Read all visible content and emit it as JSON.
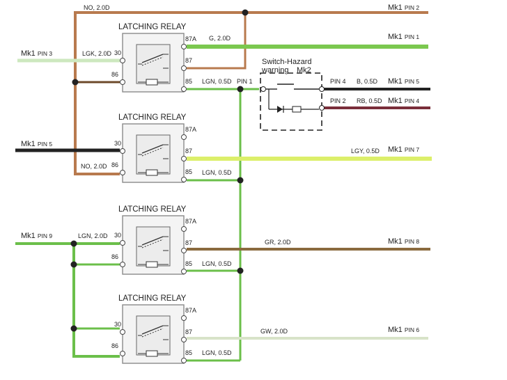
{
  "relays": [
    {
      "title": "LATCHING RELAY",
      "pins": [
        "30",
        "86",
        "87A",
        "87",
        "85"
      ]
    },
    {
      "title": "LATCHING RELAY",
      "pins": [
        "30",
        "86",
        "87A",
        "87",
        "85"
      ]
    },
    {
      "title": "LATCHING RELAY",
      "pins": [
        "30",
        "86",
        "87A",
        "87",
        "85"
      ]
    },
    {
      "title": "LATCHING RELAY",
      "pins": [
        "30",
        "86",
        "87A",
        "87",
        "85"
      ]
    }
  ],
  "labels": {
    "no_top": "NO, 2.0D",
    "mk1_pin2": "Mk1",
    "mk1_pin2_pin": "PIN 2",
    "g_wire": "G, 2.0D",
    "mk1_pin1": "Mk1",
    "mk1_pin1_pin": "PIN 1",
    "mk1_pin3": "Mk1",
    "mk1_pin3_pin": "PIN 3",
    "lgk_wire": "LGK, 2.0D",
    "switch_title": "Switch-Hazard",
    "switch_sub": "warning",
    "switch_mk": "Mk2",
    "lgn_r1": "LGN, 0.5D",
    "sw_pin1": "PIN 1",
    "sw_pin4": "PIN 4",
    "b_wire": "B, 0.5D",
    "mk1_pin5r": "Mk1",
    "mk1_pin5r_pin": "PIN 5",
    "sw_pin2": "PIN 2",
    "rb_wire": "RB, 0.5D",
    "mk1_pin4": "Mk1",
    "mk1_pin4_pin": "PIN 4",
    "mk1_pin5l": "Mk1",
    "mk1_pin5l_pin": "PIN 5",
    "lgy_wire": "LGY, 0.5D",
    "mk1_pin7": "Mk1",
    "mk1_pin7_pin": "PIN 7",
    "no_r2": "NO, 2.0D",
    "lgn_r2": "LGN, 0.5D",
    "mk1_pin9": "Mk1",
    "mk1_pin9_pin": "PIN 9",
    "lgn_left": "LGN, 2.0D",
    "gr_wire": "GR, 2.0D",
    "mk1_pin8": "Mk1",
    "mk1_pin8_pin": "PIN 8",
    "lgn_r3": "LGN, 0.5D",
    "gw_wire": "GW, 2.0D",
    "mk1_pin6": "Mk1",
    "mk1_pin6_pin": "PIN 6",
    "lgn_r4": "LGN, 0.5D"
  },
  "colors": {
    "brown": "#b87a4e",
    "green": "#6ec24a",
    "lime": "#dcef6a",
    "light_green": "#cde8bf",
    "black": "#222222",
    "dark_red": "#7a2e3a",
    "olive": "#8a6a3e",
    "lgn": "#6bbf4a",
    "gw": "#d8e3c8"
  }
}
